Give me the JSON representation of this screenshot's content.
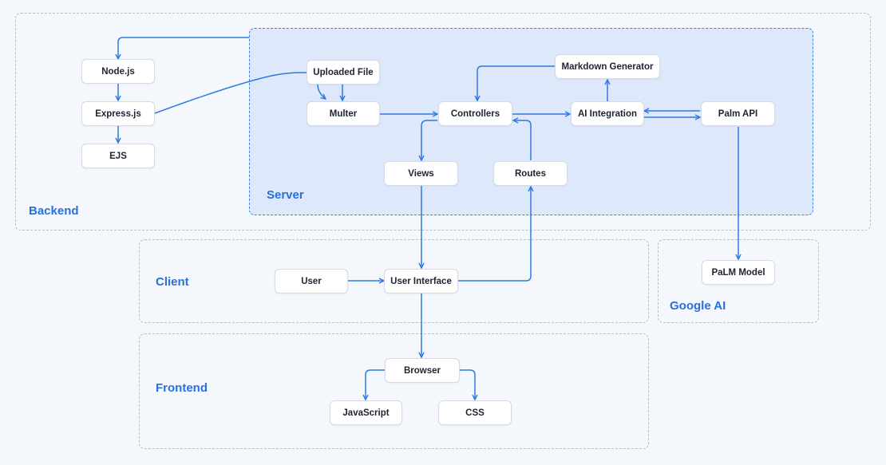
{
  "regions": {
    "backend": "Backend",
    "server": "Server",
    "client": "Client",
    "google_ai": "Google AI",
    "frontend": "Frontend"
  },
  "nodes": {
    "nodejs": "Node.js",
    "expressjs": "Express.js",
    "ejs": "EJS",
    "uploaded_file": "Uploaded File",
    "multer": "Multer",
    "controllers": "Controllers",
    "markdown_generator": "Markdown Generator",
    "ai_integration": "AI Integration",
    "palm_api": "Palm API",
    "views": "Views",
    "routes": "Routes",
    "user": "User",
    "user_interface": "User Interface",
    "palm_model": "PaLM Model",
    "browser": "Browser",
    "javascript": "JavaScript",
    "css": "CSS"
  },
  "edges": [
    {
      "from": "server",
      "to": "nodejs"
    },
    {
      "from": "nodejs",
      "to": "expressjs"
    },
    {
      "from": "expressjs",
      "to": "ejs"
    },
    {
      "from": "expressjs",
      "to": "uploaded_file"
    },
    {
      "from": "uploaded_file",
      "to": "multer"
    },
    {
      "from": "multer",
      "to": "controllers"
    },
    {
      "from": "controllers",
      "to": "ai_integration"
    },
    {
      "from": "ai_integration",
      "to": "markdown_generator"
    },
    {
      "from": "markdown_generator",
      "to": "controllers"
    },
    {
      "from": "ai_integration",
      "to": "palm_api"
    },
    {
      "from": "palm_api",
      "to": "ai_integration"
    },
    {
      "from": "palm_api",
      "to": "palm_model"
    },
    {
      "from": "controllers",
      "to": "views"
    },
    {
      "from": "views",
      "to": "user_interface"
    },
    {
      "from": "user",
      "to": "user_interface"
    },
    {
      "from": "user_interface",
      "to": "routes"
    },
    {
      "from": "routes",
      "to": "controllers"
    },
    {
      "from": "user_interface",
      "to": "browser"
    },
    {
      "from": "browser",
      "to": "javascript"
    },
    {
      "from": "browser",
      "to": "css"
    }
  ],
  "colors": {
    "accent": "#2f78e4",
    "label": "#2a6fdb",
    "server_fill": "#dde9fb",
    "background": "#f4f7fc"
  }
}
